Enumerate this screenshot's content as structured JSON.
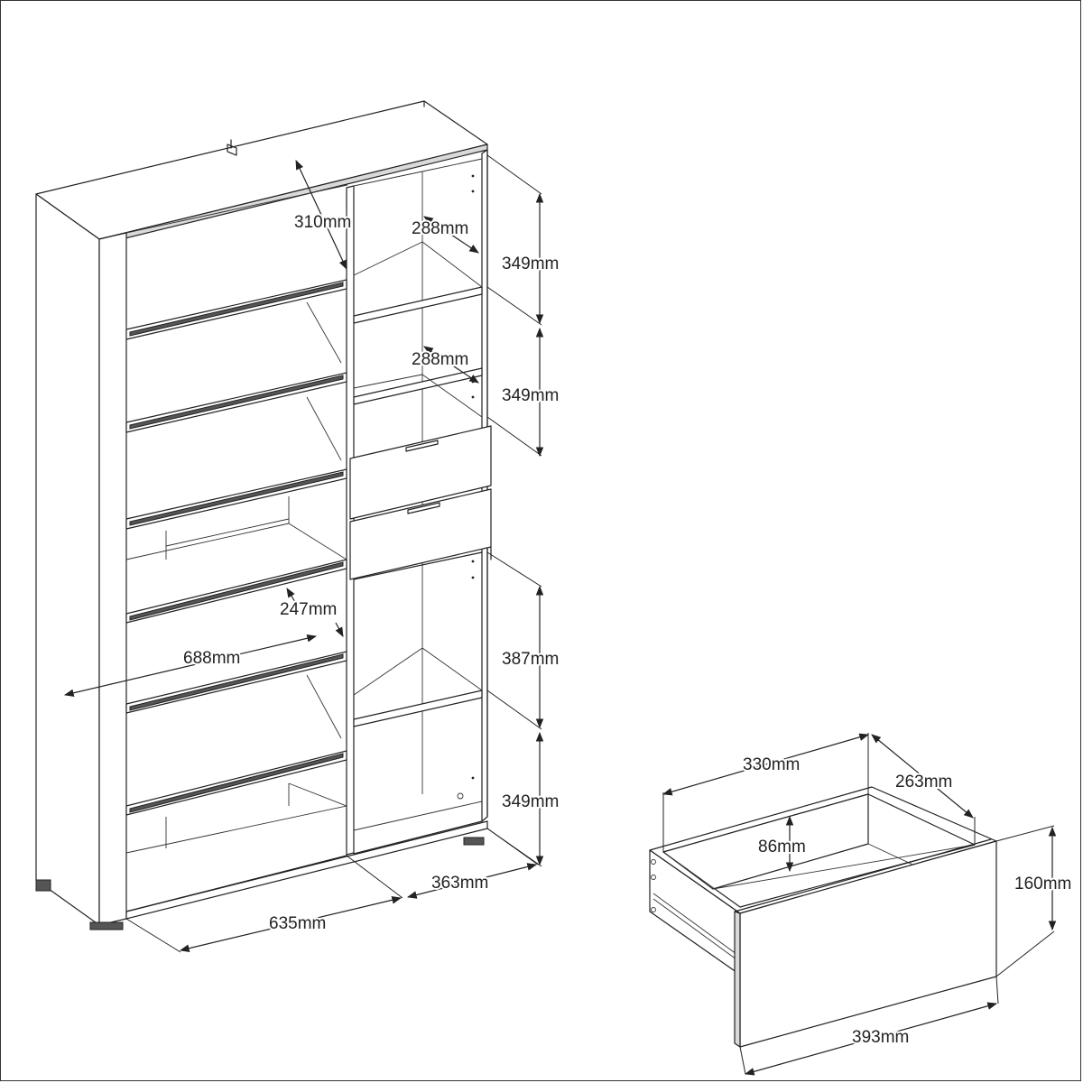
{
  "dimensions": {
    "top_depth": "310mm",
    "upper_shelf_depth": "288mm",
    "second_shelf_depth": "288mm",
    "upper_compartment_height": "349mm",
    "second_compartment_height": "349mm",
    "lower_compartment_height": "387mm",
    "bottom_compartment_height": "349mm",
    "inner_shelf_depth": "247mm",
    "left_compartment_width": "688mm",
    "left_width": "635mm",
    "right_width": "363mm",
    "drawer_inner_width": "330mm",
    "drawer_inner_depth": "263mm",
    "drawer_inner_height": "86mm",
    "drawer_front_height": "160mm",
    "drawer_front_width": "393mm"
  },
  "colors": {
    "line": "#222222",
    "background": "#ffffff",
    "shade": "#d9d9d9"
  }
}
